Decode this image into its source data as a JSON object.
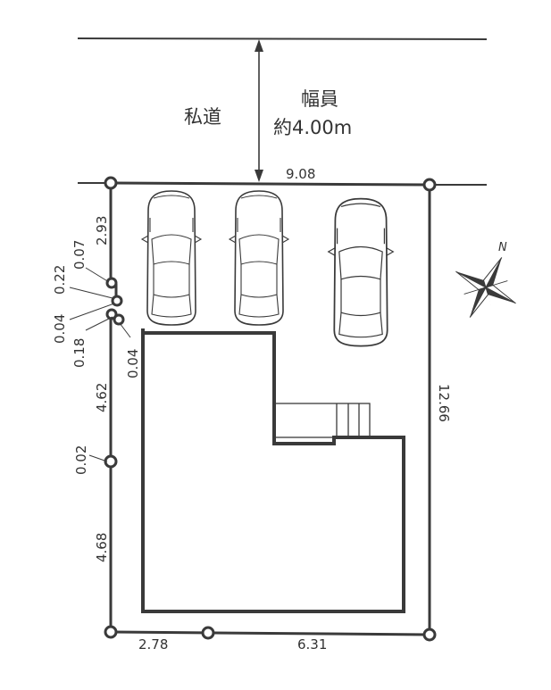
{
  "road": {
    "name": "私道",
    "width_label": "幅員",
    "width_value": "約4.00m"
  },
  "compass": {
    "north_label": "N",
    "icon": "compass-rose-icon"
  },
  "dimensions": {
    "top": "9.08",
    "right": "12.66",
    "bottom_left": "2.78",
    "bottom_right": "6.31",
    "left_top": "2.93",
    "left_small_1": "0.07",
    "left_small_2": "0.22",
    "left_small_3": "0.04",
    "left_small_4": "0.18",
    "left_small_5": "0.04",
    "left_middle": "4.62",
    "left_offset": "0.02",
    "left_bottom": "4.68"
  },
  "parking": {
    "car_count": 3,
    "icon": "car-icon"
  },
  "colors": {
    "line": "#3a3a3a",
    "text": "#333333",
    "background": "#ffffff"
  }
}
